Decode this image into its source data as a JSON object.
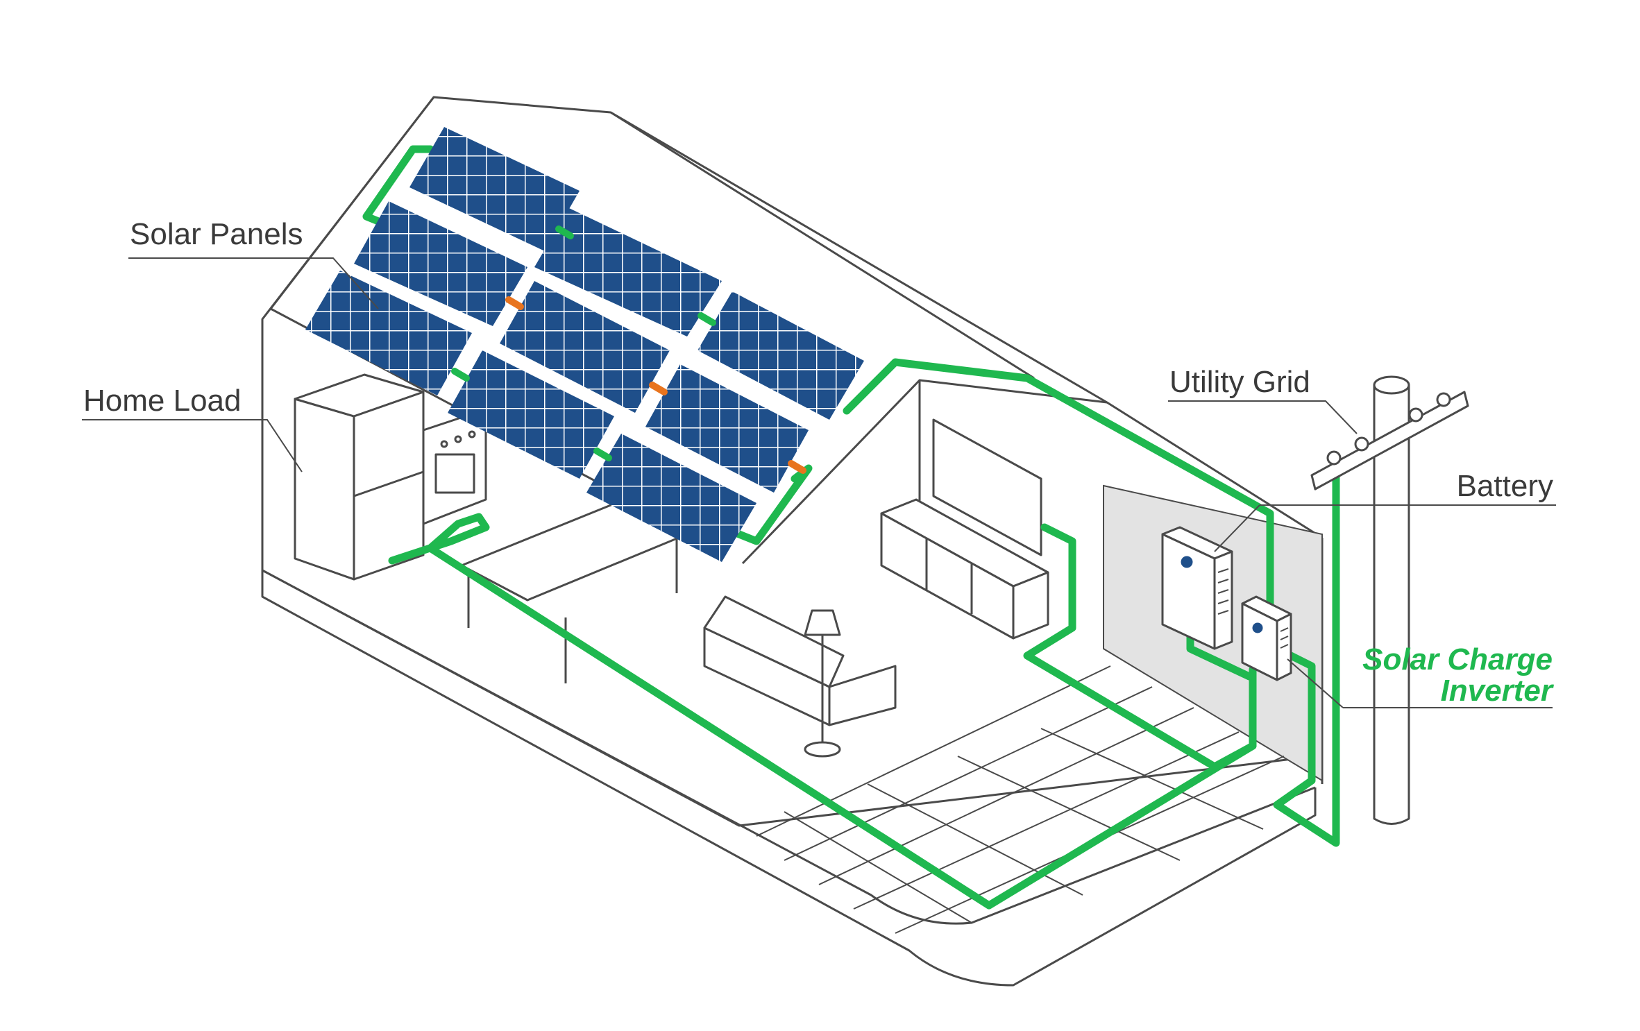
{
  "labels": {
    "solar_panels": "Solar Panels",
    "home_load": "Home Load",
    "utility_grid": "Utility Grid",
    "battery": "Battery",
    "inverter_line1": "Solar Charge",
    "inverter_line2": "Inverter"
  },
  "colors": {
    "wire": "#1fb84f",
    "panel": "#1f4f8a",
    "panel_grid": "#ffffff",
    "connector": "#e8741e",
    "outline": "#4a4a4a",
    "wall_shade": "#e3e3e3",
    "accent_text": "#1fb84f"
  }
}
